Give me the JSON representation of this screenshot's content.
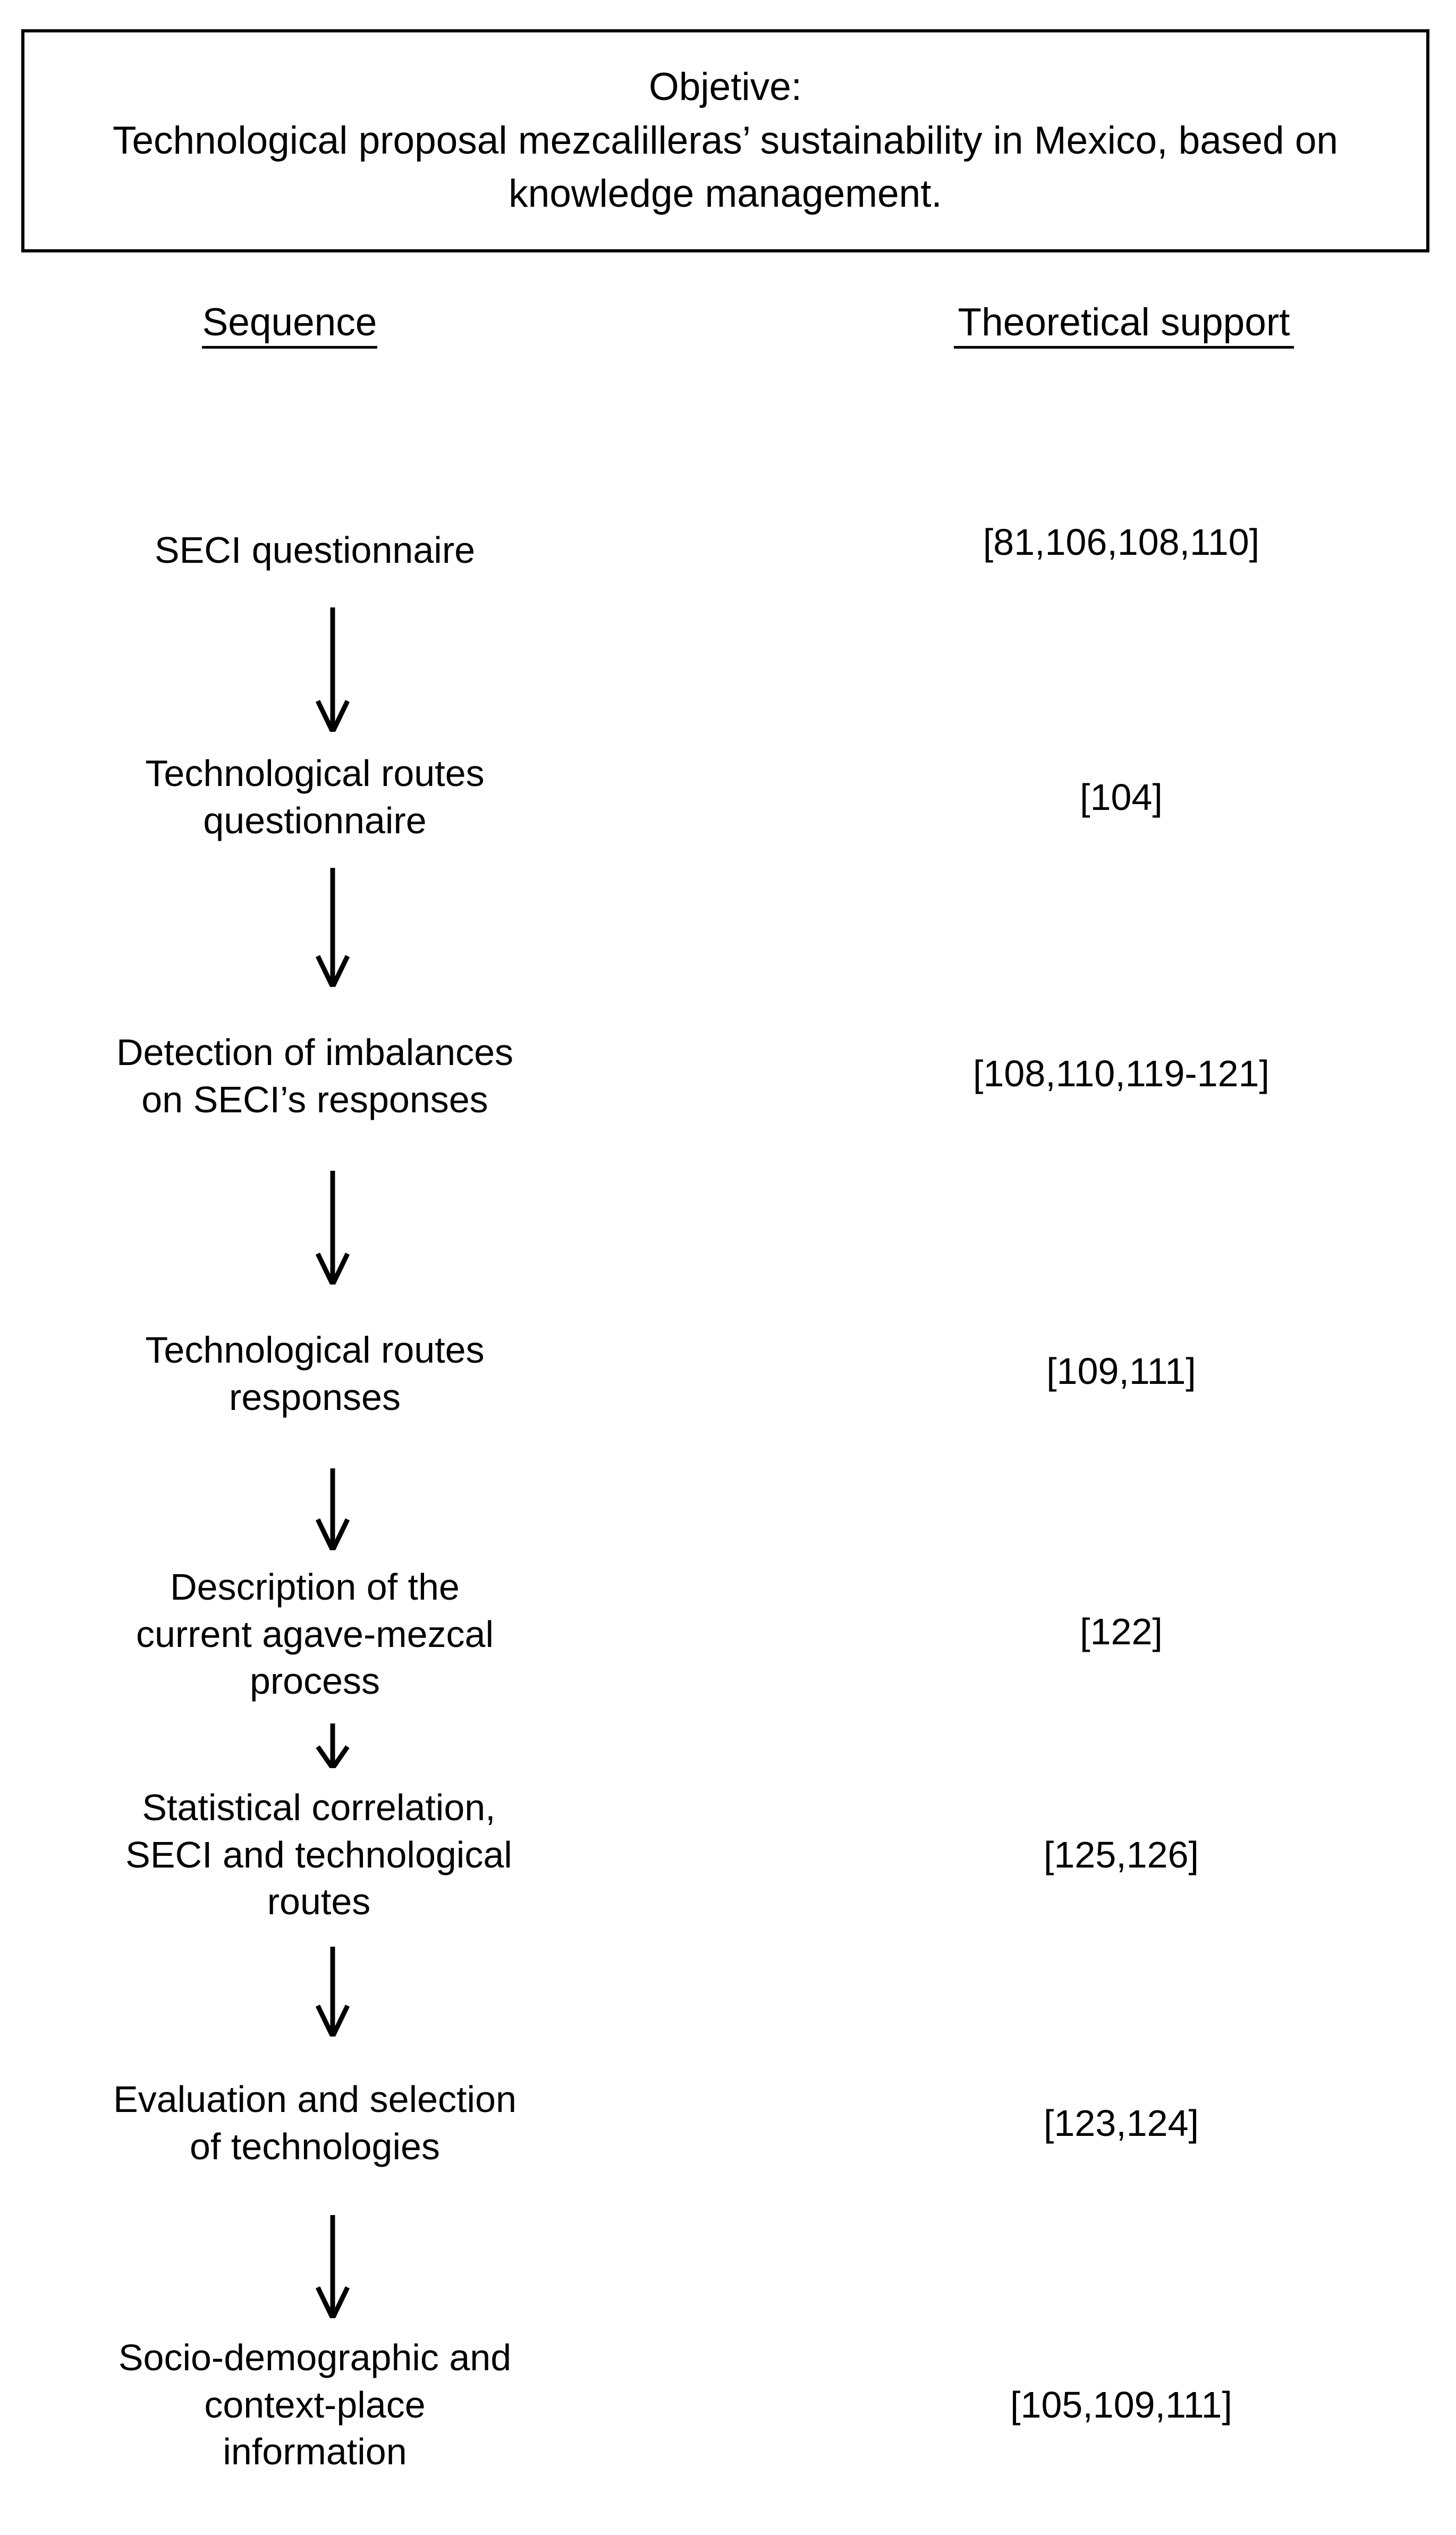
{
  "objective": {
    "heading": "Objetive:",
    "line1": "Technological proposal mezcalilleras’ sustainability in Mexico, based on",
    "line2": "knowledge management.",
    "full_text": "Objetive: Technological proposal mezcalilleras’ sustainability in Mexico, based on knowledge management."
  },
  "columns": {
    "sequence_header": "Sequence",
    "support_header": "Theoretical support"
  },
  "steps": [
    {
      "id": "step-1",
      "label": "SECI questionnaire",
      "reference": "[81,106,108,110]"
    },
    {
      "id": "step-2",
      "label": "Technological routes questionnaire",
      "reference": "[104]"
    },
    {
      "id": "step-3",
      "label": "Detection of imbalances on SECI’s responses",
      "reference": "[108,110,119-121]"
    },
    {
      "id": "step-4",
      "label": "Technological routes responses",
      "reference": "[109,111]"
    },
    {
      "id": "step-5",
      "label": "Description of the current agave-mezcal process",
      "reference": "[122]"
    },
    {
      "id": "step-6",
      "label": "Statistical correlation, SECI and technological routes",
      "reference": "[125,126]"
    },
    {
      "id": "step-7",
      "label": "Evaluation and selection of technologies",
      "reference": "[123,124]"
    },
    {
      "id": "step-8",
      "label": "Socio-demographic and context-place information",
      "reference": "[105,109,111]"
    }
  ],
  "colors": {
    "ink": "#000000",
    "box_border": "#6e6e6e",
    "banner_border": "#000000",
    "background": "#ffffff"
  }
}
